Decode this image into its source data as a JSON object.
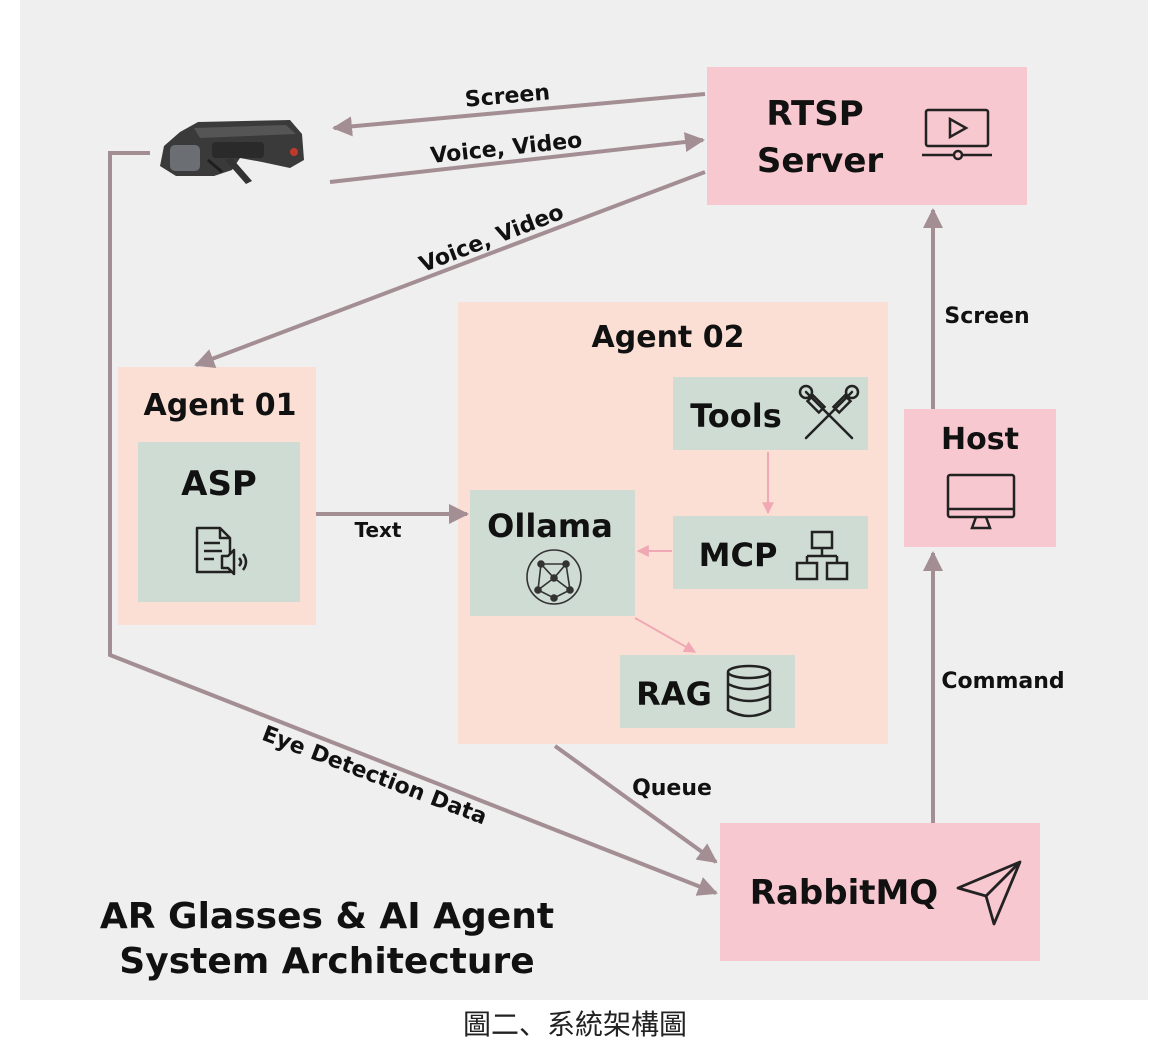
{
  "diagram": {
    "title_line1": "AR Glasses & AI Agent",
    "title_line2": "System Architecture",
    "caption": "圖二、系統架構圖",
    "nodes": {
      "rtsp_line1": "RTSP",
      "rtsp_line2": "Server",
      "agent02": "Agent 02",
      "agent01": "Agent 01",
      "asp": "ASP",
      "tools": "Tools",
      "ollama": "Ollama",
      "mcp": "MCP",
      "rag": "RAG",
      "host": "Host",
      "rabbitmq": "RabbitMQ"
    },
    "edge_labels": {
      "screen_top": "Screen",
      "voice_video_top": "Voice, Video",
      "voice_video_diag": "Voice, Video",
      "text": "Text",
      "screen_right": "Screen",
      "command": "Command",
      "queue": "Queue",
      "eye_detection": "Eye Detection Data"
    }
  },
  "colors": {
    "background": "#efefef",
    "pink_box": "#f8c8d0",
    "peach_box": "#fbdfd4",
    "sage_box": "#cfdcd3",
    "arrow": "#a38e94",
    "light_arrow": "#f0a8b4",
    "text": "#111111"
  }
}
